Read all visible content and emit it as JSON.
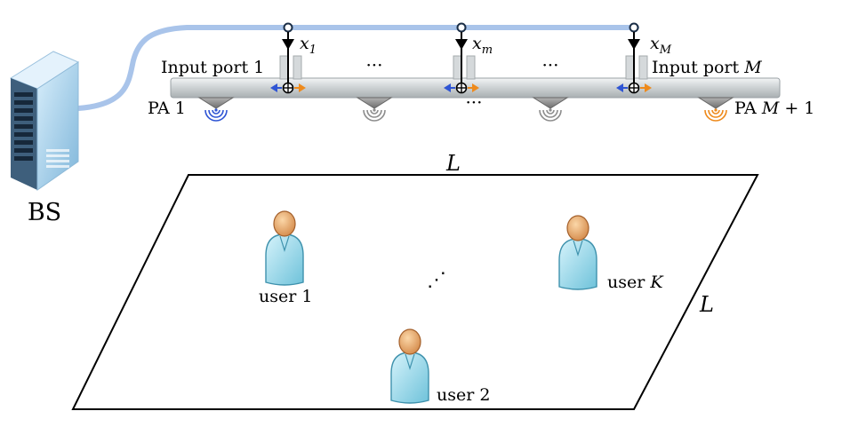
{
  "colors": {
    "feed_line": "#a9c4ea",
    "waveguide": "#c8cdd0",
    "arrow_left": "#2f55d4",
    "arrow_right": "#ee8a1c",
    "pa_first": "#2f55d4",
    "pa_mid": "#8d8d8d",
    "pa_last": "#ee8a1c",
    "user_body": "#9fd8e8",
    "user_head": "#e9a66a"
  },
  "icons": {
    "base_station": "server-rack-icon",
    "user": "person-icon",
    "pinching_antenna": "triangle-emitter-icon"
  },
  "base_station": {
    "label": "BS"
  },
  "inputs": [
    {
      "symbol": "x",
      "subscript": "1"
    },
    {
      "symbol": "x",
      "subscript": "m"
    },
    {
      "symbol": "x",
      "subscript": "M"
    }
  ],
  "input_port_labels": {
    "first": "Input port 1",
    "last_prefix": "Input port ",
    "last_var": "M"
  },
  "pa_labels": {
    "first": "PA 1",
    "last_prefix": "PA ",
    "last_var": "M",
    "last_suffix": " + 1"
  },
  "ellipses": {
    "ports_a": "···",
    "ports_b": "···",
    "pa_row": "···",
    "users": "⋰"
  },
  "area": {
    "side_top": "L",
    "side_right": "L"
  },
  "users": [
    {
      "label_prefix": "user ",
      "label_index": "1"
    },
    {
      "label_prefix": "user ",
      "label_index": "2"
    },
    {
      "label_prefix": "user ",
      "label_var": "K"
    }
  ]
}
